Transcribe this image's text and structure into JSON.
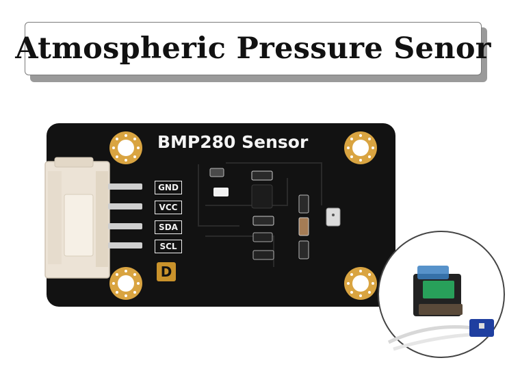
{
  "banner": {
    "title": "Atmospheric Pressure Senor"
  },
  "board": {
    "label": "BMP280 Sensor",
    "pins": [
      "GND",
      "VCC",
      "SDA",
      "SCL"
    ],
    "logo_mark": "D",
    "colors": {
      "pcb": "#121212",
      "gold": "#d9a441",
      "silkscreen": "#f2f2f2",
      "connector": "#ece3d6"
    }
  },
  "inset": {
    "icon": "sensor-connected-to-host-board"
  }
}
